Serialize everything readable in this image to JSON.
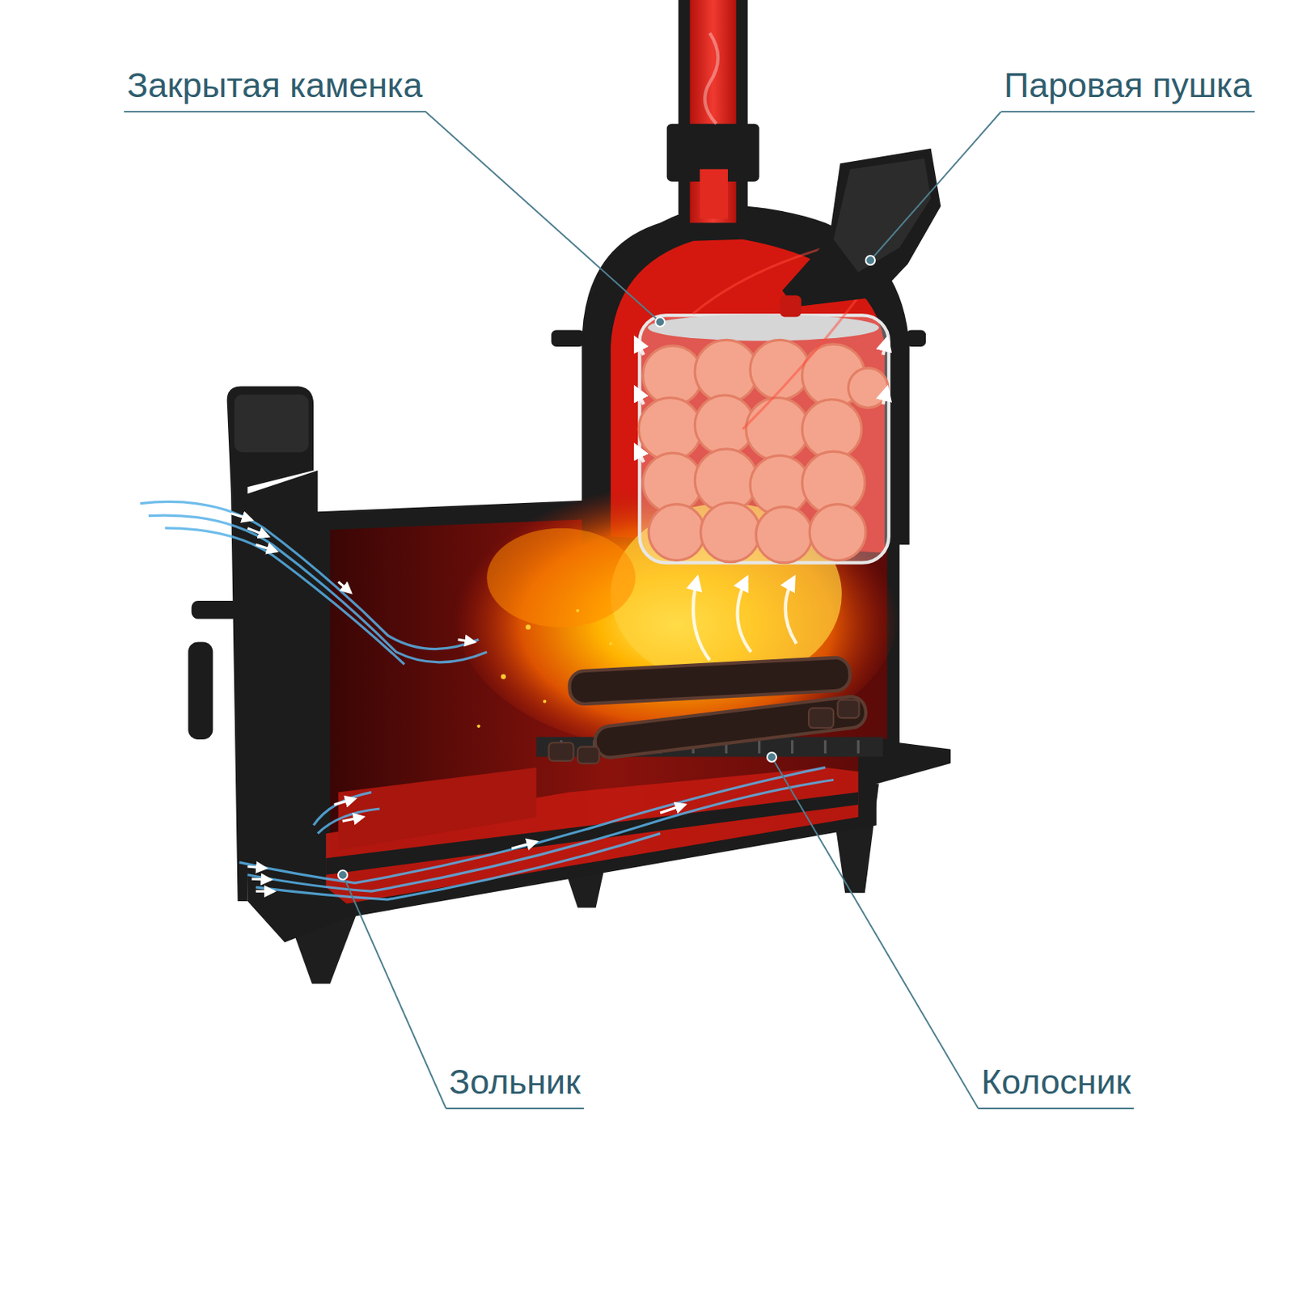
{
  "diagram": {
    "labels": [
      "Закрытая каменка",
      "Паровая пушка",
      "Зольник",
      "Колосник"
    ]
  }
}
